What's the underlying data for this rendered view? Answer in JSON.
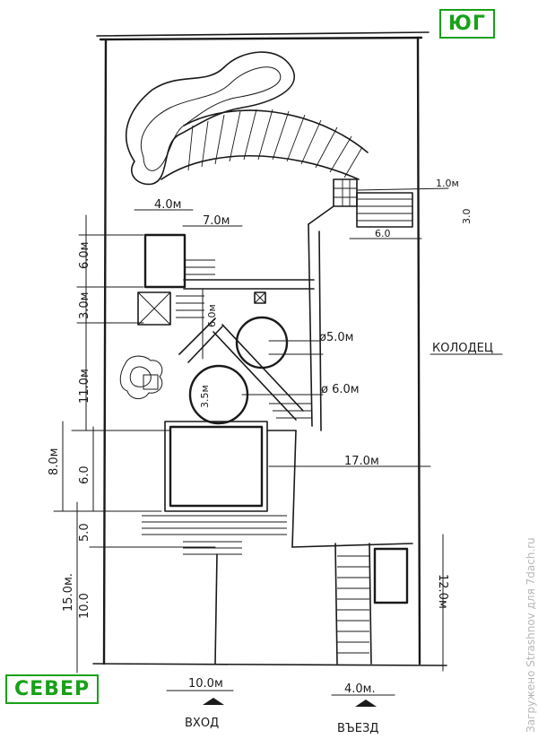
{
  "compass": {
    "south": "ЮГ",
    "north": "СЕВЕР"
  },
  "watermark": "Загружено Strashnov для 7dach.ru",
  "labels": {
    "w_4m_top": "4.0м",
    "w_7m": "7.0м",
    "d_6m_left": "6.0м",
    "d_3m_left": "3.0м",
    "d_11m_left": "11.0м",
    "d_8m_left": "8.0м",
    "d_6_left": "6.0",
    "d_15m_left": "15.0м.",
    "d_5_left": "5.0",
    "d_10_left": "10.0",
    "d_6m_center": "6.0м",
    "d_3_5m": "3.5м",
    "d_5m": "ø5.0м",
    "well": "КОЛОДЕЦ",
    "d_6m_right": "ø 6.0м",
    "d_17m": "17.0м",
    "d_1m": "1.0м",
    "d_3_right": "3.0",
    "d_6_0_right": "6.0",
    "d_12m_right": "12.0м",
    "d_10m_bottom": "10.0м",
    "d_4m_bottom": "4.0м.",
    "entrance": "ВХОД",
    "driveway": "ВЪЕЗД"
  }
}
